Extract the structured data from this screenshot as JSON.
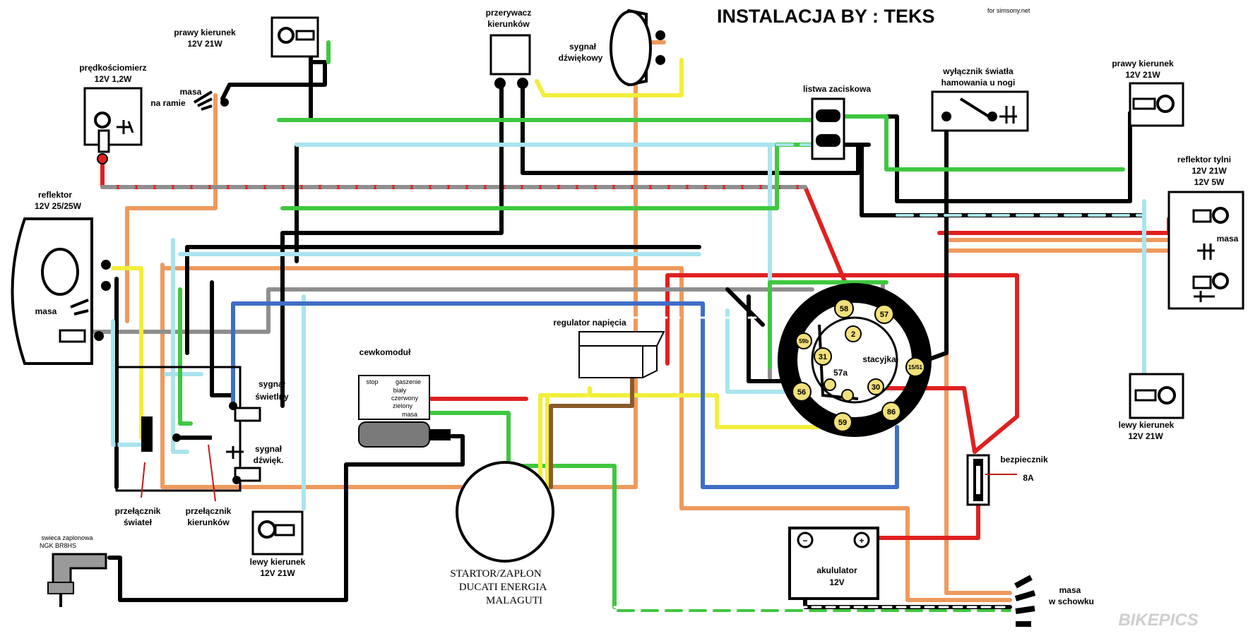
{
  "header": {
    "title": "INSTALACJA BY :  TEKS",
    "credit": "for simsony.net"
  },
  "components": {
    "right_turn_front": {
      "name": "prawy kierunek",
      "rating": "12V 21W"
    },
    "speedometer": {
      "name": "prędkościomierz",
      "rating": "12V 1,2W"
    },
    "frame_ground": {
      "line1": "masa",
      "line2": "na ramie"
    },
    "flasher": {
      "line1": "przerywacz",
      "line2": "kierunków"
    },
    "horn": {
      "line1": "sygnał",
      "line2": "dźwiękowy"
    },
    "terminal_strip": {
      "name": "listwa zaciskowa"
    },
    "brake_switch": {
      "line1": "wyłącznik światła",
      "line2": "hamowania u nogi"
    },
    "right_turn_rear": {
      "name": "prawy kierunek",
      "rating": "12V 21W"
    },
    "rear_light": {
      "name": "reflektor tylni",
      "rating1": "12V 21W",
      "rating2": "12V 5W",
      "ground": "masa"
    },
    "headlight": {
      "name": "reflektor",
      "rating": "12V 25/25W",
      "ground": "masa"
    },
    "light_signal": {
      "line1": "sygnał",
      "line2": "świetlny"
    },
    "horn_button": {
      "line1": "sygnał",
      "line2": "dźwięk."
    },
    "light_switch": {
      "line1": "przełącznik",
      "line2": "świateł"
    },
    "turn_switch": {
      "line1": "przełącznik",
      "line2": "kierunków"
    },
    "left_turn_front": {
      "name": "lewy kierunek",
      "rating": "12V 21W"
    },
    "spark_plug": {
      "line1": "swieca zaplonowa",
      "line2": "NGK BR8HS"
    },
    "coil_module": {
      "name": "cewkomoduł",
      "stop": "stop",
      "wires": [
        "gaszenie",
        "biały",
        "czerwony",
        "zielony",
        "masa"
      ]
    },
    "regulator": {
      "name": "regulator napięcia"
    },
    "stator": {
      "line1": "STARTOR/ZAPŁON",
      "line2": "DUCATI ENERGIA",
      "line3": "MALAGUTI"
    },
    "ignition_switch": {
      "name": "stacyjka",
      "center": "57a",
      "pins": [
        "58",
        "57",
        "2",
        "59b",
        "31",
        "15/51",
        "30",
        "56",
        "59",
        "86"
      ]
    },
    "fuse": {
      "name": "bezpiecznik",
      "rating": "8A"
    },
    "battery": {
      "name": "akululator",
      "rating": "12V",
      "minus": "−",
      "plus": "+"
    },
    "box_ground": {
      "line1": "masa",
      "line2": "w schowku"
    },
    "left_turn_rear": {
      "name": "lewy kierunek",
      "rating": "12V 21W"
    }
  },
  "watermark": "BIKEPICS",
  "colors": {
    "black": "#000000",
    "red": "#e02020",
    "green": "#3fc83f",
    "lightblue": "#a9e4ee",
    "orange": "#ee9a5e",
    "yellow": "#f2ee3a",
    "gray": "#8f8f8f",
    "blue": "#3f6ec6",
    "brown": "#8b5a2b",
    "pin": "#f2e07a"
  }
}
